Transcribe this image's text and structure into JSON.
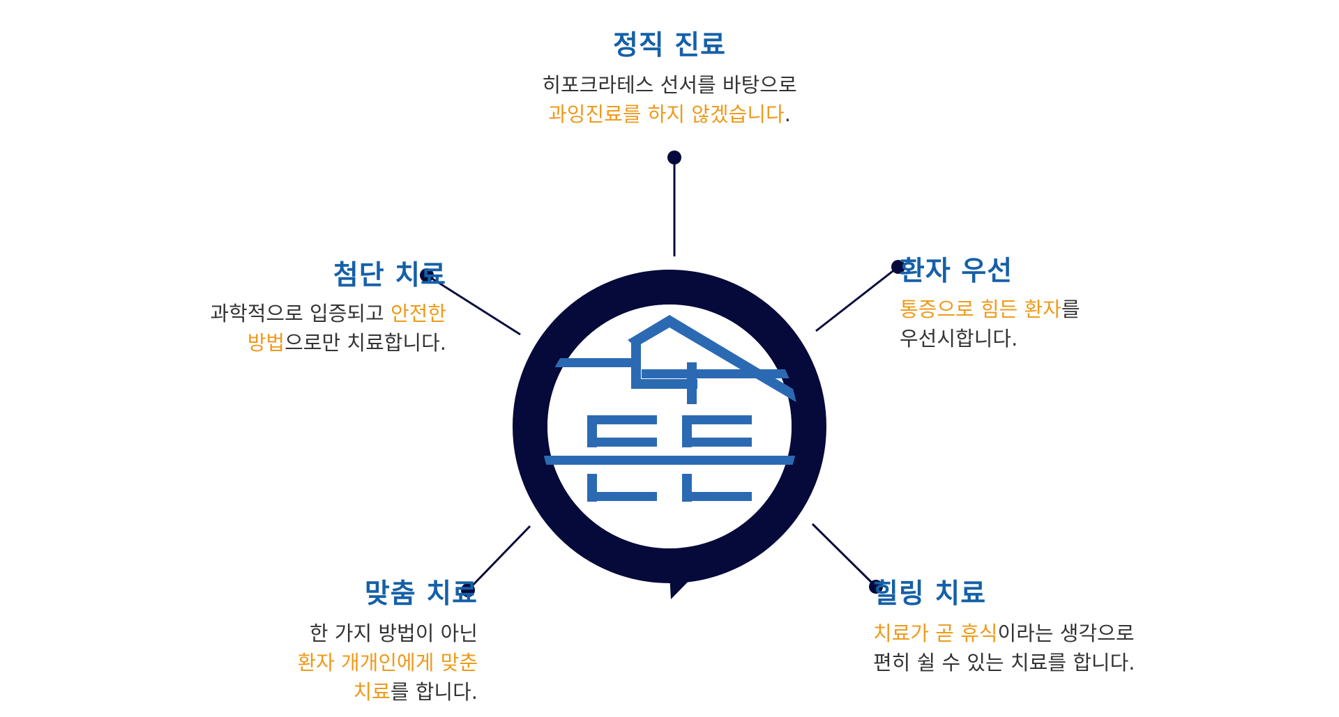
{
  "colors": {
    "title_blue": "#1560a8",
    "highlight_orange": "#ee9a1b",
    "body_text": "#333333",
    "ring_navy": "#060a3a",
    "logo_blue": "#2b6ab3"
  },
  "logo": {
    "icon": "house-speech-bubble-logo"
  },
  "nodes": {
    "top": {
      "title": "정직 진료",
      "line1": "히포크라테스 선서를 바탕으로",
      "line2_hl": "과잉진료를 하지 않겠습니다",
      "line2_rest": "."
    },
    "top_left": {
      "title": "첨단 치료",
      "line1_plain": "과학적으로 입증되고 ",
      "line1_hl": "안전한",
      "line2_hl": "방법",
      "line2_rest": "으로만 치료합니다."
    },
    "top_right": {
      "title": "환자 우선",
      "line1_hl": "통증으로 힘든 환자",
      "line1_rest": "를",
      "line2": "우선시합니다."
    },
    "bottom_left": {
      "title": "맞춤 치료",
      "line1": "한 가지 방법이 아닌",
      "line2_hl": "환자 개개인에게 맞춘",
      "line3_hl": "치료",
      "line3_rest": "를 합니다."
    },
    "bottom_right": {
      "title": "힐링 치료",
      "line1_hl": "치료가 곧 휴식",
      "line1_rest": "이라는 생각으로",
      "line2": "편히 쉴 수 있는 치료를 합니다."
    }
  }
}
